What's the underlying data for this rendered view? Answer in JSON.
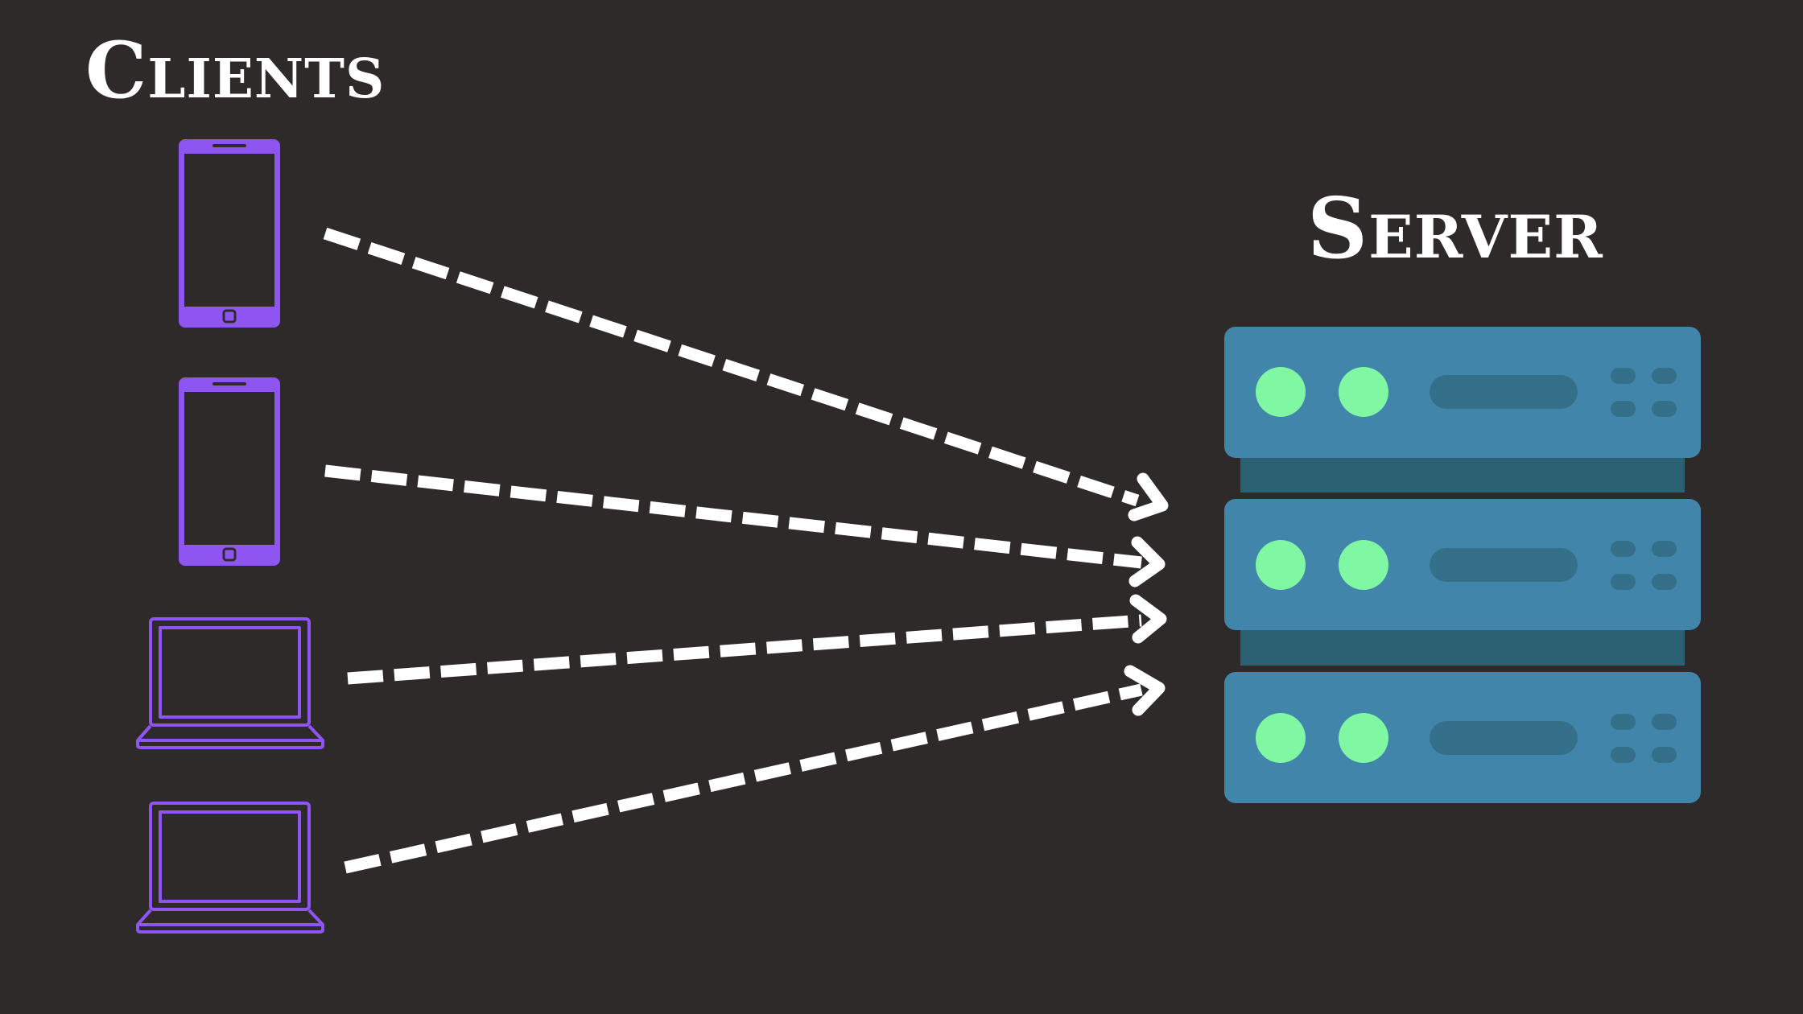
{
  "title_clients": "Clients",
  "title_server": "Server",
  "colors": {
    "background": "#2f2a2a",
    "client_device": "#8f55f2",
    "server_panel": "#4285aa",
    "server_gap": "#2b6173",
    "server_slot": "#35708a",
    "server_led": "#7ff7a3",
    "arrow": "#ffffff"
  },
  "clients": [
    {
      "type": "phone",
      "icon": "smartphone-icon"
    },
    {
      "type": "phone",
      "icon": "smartphone-icon"
    },
    {
      "type": "laptop",
      "icon": "laptop-icon"
    },
    {
      "type": "laptop",
      "icon": "laptop-icon"
    }
  ],
  "server": {
    "icon": "server-rack-icon",
    "units": 3
  },
  "connections": [
    {
      "from": 0,
      "to": "server",
      "style": "dashed-arrow"
    },
    {
      "from": 1,
      "to": "server",
      "style": "dashed-arrow"
    },
    {
      "from": 2,
      "to": "server",
      "style": "dashed-arrow"
    },
    {
      "from": 3,
      "to": "server",
      "style": "dashed-arrow"
    }
  ]
}
